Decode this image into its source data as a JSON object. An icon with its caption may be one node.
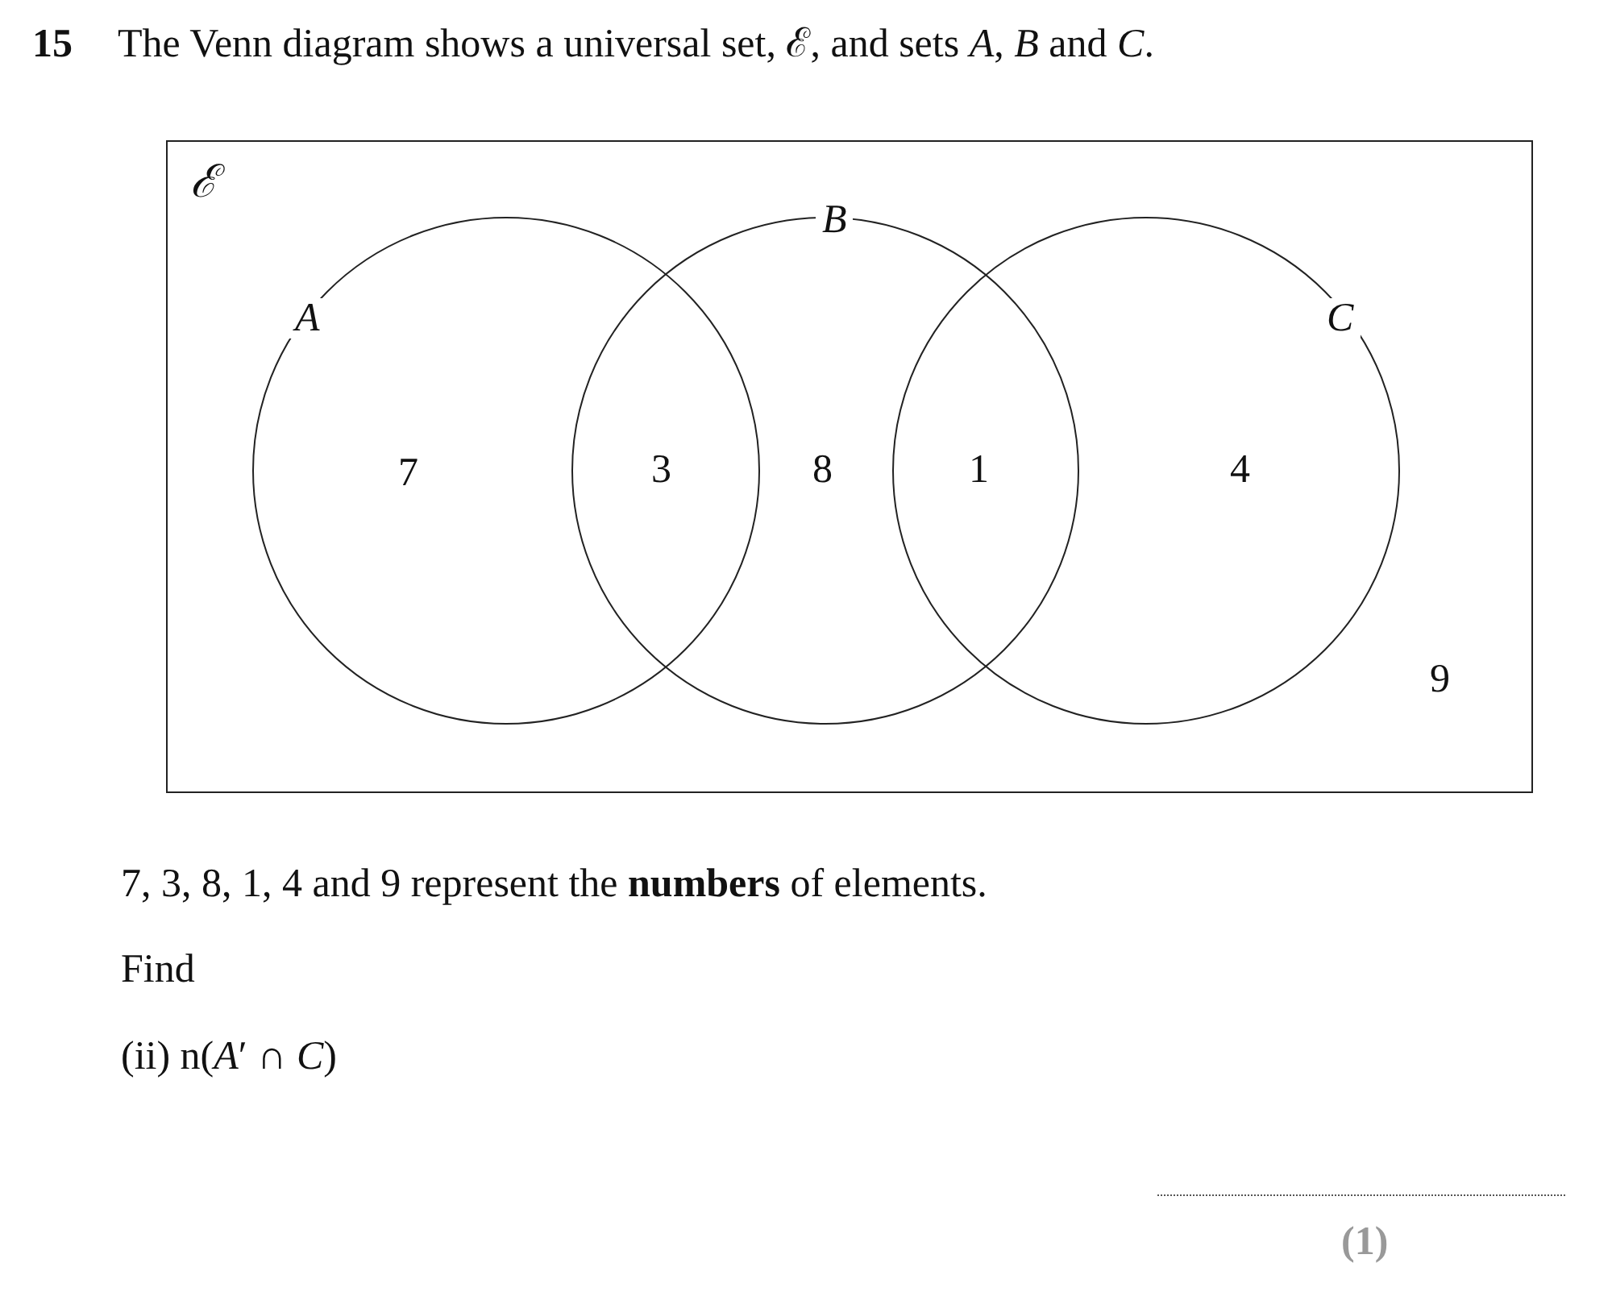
{
  "diagram": {
    "title": "The Venn diagram shows a universal set, ℰ, and sets *A*, *B* and *C*.",
    "nodes": [
      {
        "text": [
          "ℰ"
        ]
      },
      {
        "text": [
          "*A*"
        ],
        "in": 0
      },
      {
        "text": [
          "*B*"
        ],
        "in": 0
      },
      {
        "text": [
          "*C*"
        ],
        "in": 0
      }
    ],
    "edges": [],
    "labels": [
      "15",
      "7",
      "3",
      "8",
      "1",
      "4",
      "9",
      "7, 3, 8, 1, 4 and 9 represent the **numbers** of elements.",
      "Find",
      "(ii)  n(*A*′ ∩ *C*)",
      "(1)"
    ]
  }
}
